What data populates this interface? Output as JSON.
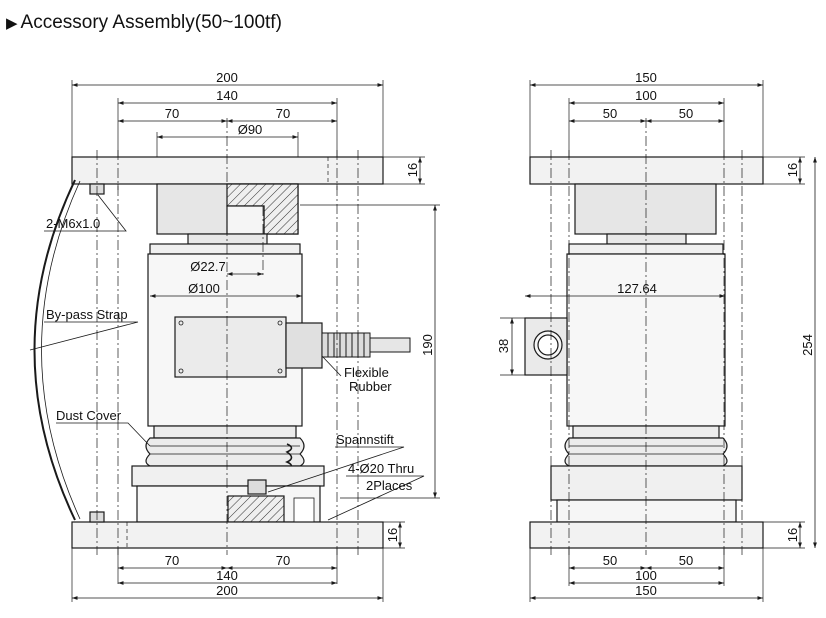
{
  "title": {
    "marker": "▶",
    "text": "Accessory Assembly(50~100tf)"
  },
  "colors": {
    "line": "#1a1a1a",
    "fill_light": "#f2f2f2",
    "fill_mid": "#e3e3e3",
    "fill_dark": "#cfcfcf"
  },
  "front_view": {
    "dims": {
      "overall_top": "200",
      "bolt_pitch_top": "140",
      "half_left_top": "70",
      "half_right_top": "70",
      "dia_top": "Ø90",
      "plate_thickness_top": "16",
      "dia_small": "Ø22.7",
      "dia_body": "Ø100",
      "height_190": "190",
      "plate_thickness_bottom": "16",
      "half_left_bottom": "70",
      "half_right_bottom": "70",
      "bolt_pitch_bottom": "140",
      "overall_bottom": "200"
    },
    "labels": {
      "thread": "2-M6x1.0",
      "strap": "By-pass Strap",
      "cable_1": "Flexible",
      "cable_2": "Rubber",
      "dust_cover": "Dust Cover",
      "pin": "Spannstift",
      "holes_1": "4-Ø20 Thru",
      "holes_2": "2Places"
    }
  },
  "side_view": {
    "dims": {
      "overall_top": "150",
      "bolt_pitch_top": "100",
      "half_left_top": "50",
      "half_right_top": "50",
      "plate_thickness_top": "16",
      "body_to_boss": "127.64",
      "boss_height": "38",
      "total_height": "254",
      "plate_thickness_bottom": "16",
      "half_left_bottom": "50",
      "half_right_bottom": "50",
      "bolt_pitch_bottom": "100",
      "overall_bottom": "150"
    }
  }
}
